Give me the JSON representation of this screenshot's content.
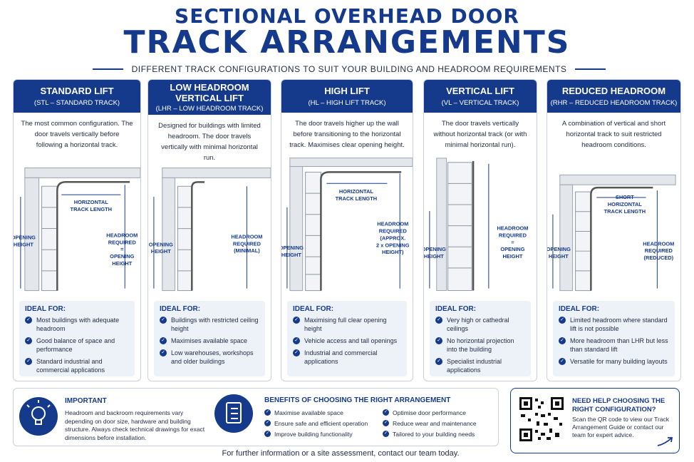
{
  "header": {
    "title_line1": "SECTIONAL OVERHEAD DOOR",
    "title_line2": "TRACK ARRANGEMENTS",
    "subtitle": "DIFFERENT TRACK CONFIGURATIONS TO SUIT YOUR BUILDING AND HEADROOM REQUIREMENTS"
  },
  "panels": [
    {
      "title": "STANDARD LIFT",
      "code": "(STL – STANDARD TRACK)",
      "description": "The most common configuration. The door travels vertically before following a horizontal track.",
      "labels": {
        "opening": [
          "OPENING",
          "HEIGHT"
        ],
        "horizontal": [
          "HORIZONTAL",
          "TRACK LENGTH"
        ],
        "headroom": [
          "HEADROOM",
          "REQUIRED",
          "=",
          "OPENING",
          "HEIGHT"
        ]
      },
      "ideal_title": "IDEAL FOR:",
      "ideal": [
        "Most buildings with adequate headroom",
        "Good balance of space and performance",
        "Standard industrial and commercial applications"
      ]
    },
    {
      "title_line1": "LOW HEADROOM",
      "title_line2": "VERTICAL LIFT",
      "code": "(LHR – LOW HEADROOM TRACK)",
      "description": "Designed for buildings with limited headroom. The door travels vertically with minimal horizontal run.",
      "labels": {
        "opening": [
          "OPENING",
          "HEIGHT"
        ],
        "headroom": [
          "HEADROOM",
          "REQUIRED",
          "(MINIMAL)"
        ]
      },
      "ideal_title": "IDEAL FOR:",
      "ideal": [
        "Buildings with restricted ceiling height",
        "Maximises available space",
        "Low warehouses, workshops and older buildings"
      ]
    },
    {
      "title": "HIGH LIFT",
      "code": "(HL – HIGH LIFT TRACK)",
      "description": "The door travels higher up the wall before transitioning to the horizontal track. Maximises clear opening height.",
      "labels": {
        "opening": [
          "OPENING",
          "HEIGHT"
        ],
        "horizontal": [
          "HORIZONTAL",
          "TRACK LENGTH"
        ],
        "headroom": [
          "HEADROOM",
          "REQUIRED",
          "(APPROX.",
          "2 x OPENING",
          "HEIGHT)"
        ]
      },
      "ideal_title": "IDEAL FOR:",
      "ideal": [
        "Maximising full clear opening height",
        "Vehicle access and tall openings",
        "Industrial and commercial applications"
      ]
    },
    {
      "title": "VERTICAL LIFT",
      "code": "(VL – VERTICAL TRACK)",
      "description": "The door travels vertically without horizontal track (or with minimal horizontal run).",
      "labels": {
        "opening": [
          "OPENING",
          "HEIGHT"
        ],
        "headroom": [
          "HEADROOM",
          "REQUIRED",
          "=",
          "OPENING",
          "HEIGHT"
        ]
      },
      "ideal_title": "IDEAL FOR:",
      "ideal": [
        "Very high or cathedral ceilings",
        "No horizontal projection into the building",
        "Specialist industrial applications"
      ]
    },
    {
      "title": "REDUCED HEADROOM",
      "code": "(RHR – REDUCED HEADROOM TRACK)",
      "description": "A combination of vertical and short horizontal track to suit restricted headroom conditions.",
      "labels": {
        "opening": [
          "OPENING",
          "HEIGHT"
        ],
        "horizontal": [
          "SHORT",
          "HORIZONTAL",
          "TRACK LENGTH"
        ],
        "headroom": [
          "HEADROOM",
          "REQUIRED",
          "(REDUCED)"
        ]
      },
      "ideal_title": "IDEAL FOR:",
      "ideal": [
        "Limited headroom where standard lift is not possible",
        "More headroom than LHR but less than standard lift",
        "Versatile for many building layouts"
      ]
    }
  ],
  "important": {
    "title": "IMPORTANT",
    "text": "Headroom and backroom requirements vary depending on door size, hardware and building structure. Always check technical drawings for exact dimensions before installation.",
    "icon": "lightbulb-icon"
  },
  "benefits": {
    "title": "BENEFITS OF CHOOSING THE RIGHT ARRANGEMENT",
    "icon": "clipboard-checklist-icon",
    "items": [
      "Maximise available space",
      "Optimise door performance",
      "Ensure safe and efficient operation",
      "Reduce wear and maintenance",
      "Improve building functionality",
      "Tailored to your building needs"
    ]
  },
  "help": {
    "title": "NEED HELP CHOOSING THE RIGHT CONFIGURATION?",
    "text": "Scan the QR code to view our Track Arrangement Guide or contact our team for expert advice.",
    "icon": "qr-code-icon"
  },
  "footer": "For further information or a site assessment, contact our team today.",
  "colors": {
    "brand": "#153a8c",
    "light_panel": "#edf1f8",
    "border": "#c9d1df"
  }
}
